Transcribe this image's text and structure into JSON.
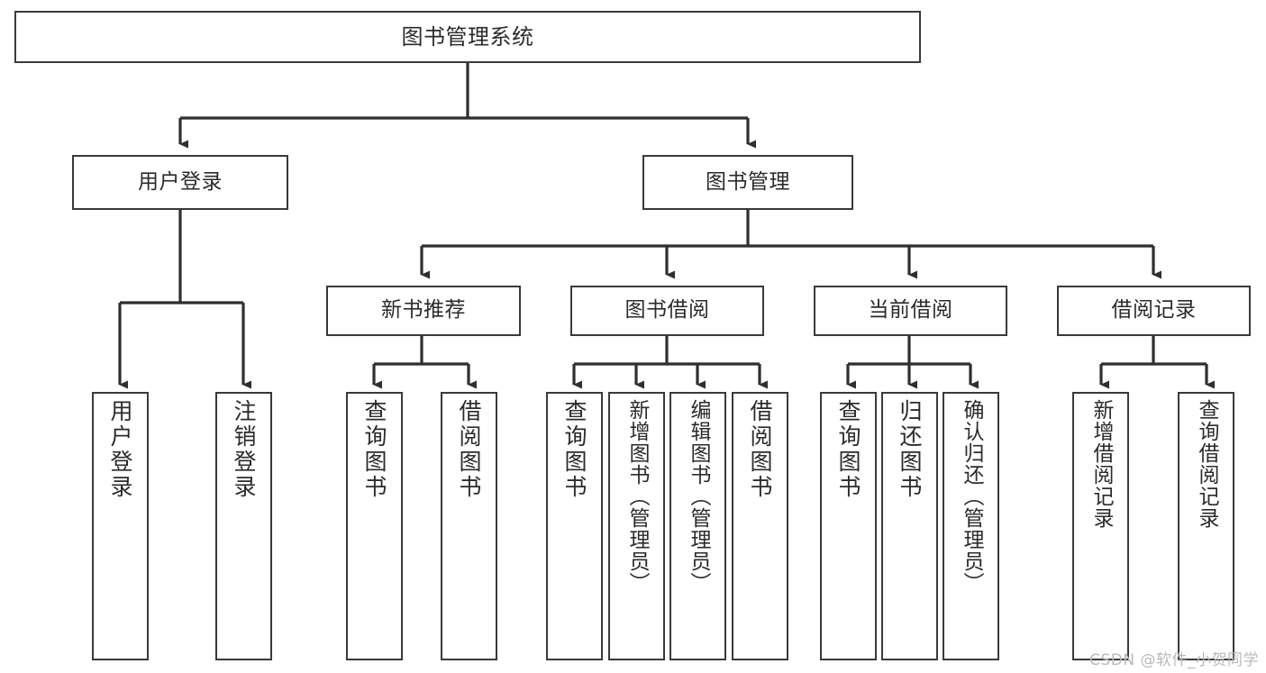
{
  "diagram": {
    "type": "tree-hierarchy",
    "title": "图书管理系统",
    "watermark": "CSDN @软件_小贺同学",
    "colors": {
      "background": "#ffffff",
      "node_border": "#3a3a3a",
      "node_fill": "#ffffff",
      "text": "#2b2b2b",
      "connector": "#2f2f2f",
      "watermark": "#b9b9b9"
    },
    "levels": {
      "root": {
        "label": "图书管理系统"
      },
      "level2": [
        {
          "id": "user-login",
          "label": "用户登录"
        },
        {
          "id": "book-manage",
          "label": "图书管理"
        }
      ],
      "level3": [
        {
          "id": "new-book-rec",
          "label": "新书推荐",
          "parent": "book-manage"
        },
        {
          "id": "book-borrow",
          "label": "图书借阅",
          "parent": "book-manage"
        },
        {
          "id": "current-borrow",
          "label": "当前借阅",
          "parent": "book-manage"
        },
        {
          "id": "borrow-record",
          "label": "借阅记录",
          "parent": "book-manage"
        }
      ],
      "leaves": [
        {
          "id": "leaf-1",
          "label": "用户登录",
          "parent": "user-login"
        },
        {
          "id": "leaf-2",
          "label": "注销登录",
          "parent": "user-login"
        },
        {
          "id": "leaf-3",
          "label": "查询图书",
          "parent": "new-book-rec"
        },
        {
          "id": "leaf-4",
          "label": "借阅图书",
          "parent": "new-book-rec"
        },
        {
          "id": "leaf-5",
          "label": "查询图书",
          "parent": "book-borrow"
        },
        {
          "id": "leaf-6",
          "label": "新增图书（管理员）",
          "parent": "book-borrow"
        },
        {
          "id": "leaf-7",
          "label": "编辑图书（管理员）",
          "parent": "book-borrow"
        },
        {
          "id": "leaf-8",
          "label": "借阅图书",
          "parent": "book-borrow"
        },
        {
          "id": "leaf-9",
          "label": "查询图书",
          "parent": "current-borrow"
        },
        {
          "id": "leaf-10",
          "label": "归还图书",
          "parent": "current-borrow"
        },
        {
          "id": "leaf-11",
          "label": "确认归还（管理员）",
          "parent": "current-borrow"
        },
        {
          "id": "leaf-12",
          "label": "新增借阅记录",
          "parent": "borrow-record"
        },
        {
          "id": "leaf-13",
          "label": "查询借阅记录",
          "parent": "borrow-record"
        }
      ]
    }
  }
}
